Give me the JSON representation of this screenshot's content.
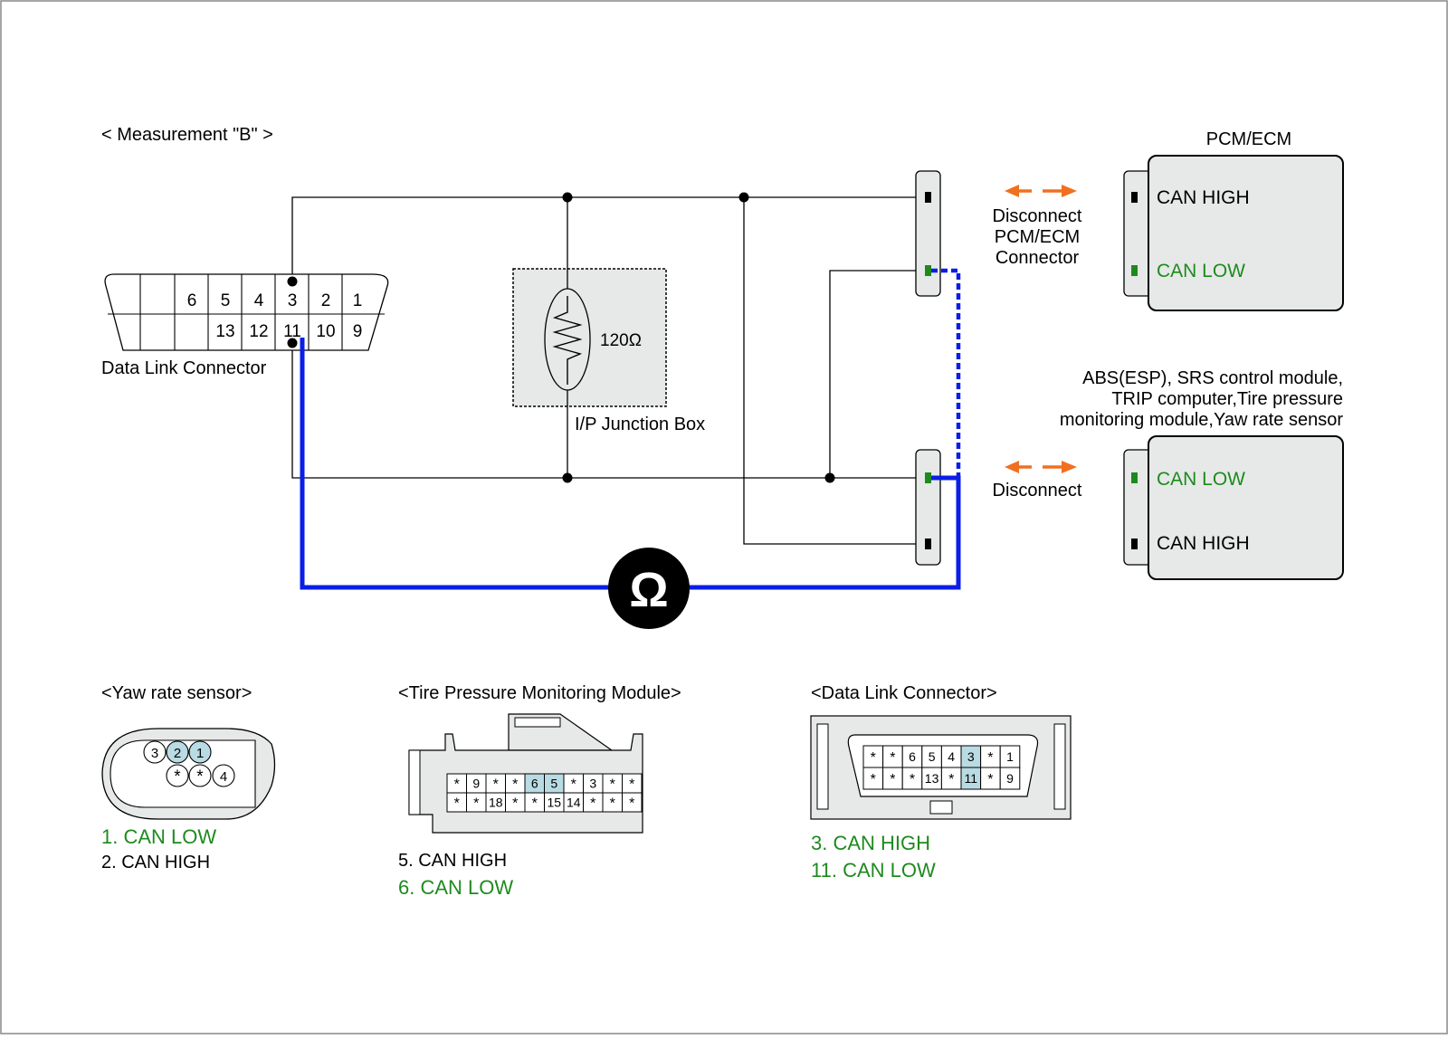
{
  "measurement_title": "< Measurement \"B\" >",
  "dlc": {
    "label": "Data Link Connector",
    "top_pins": [
      "6",
      "5",
      "4",
      "3",
      "2",
      "1"
    ],
    "bottom_pins": [
      "13",
      "12",
      "11",
      "10",
      "9"
    ]
  },
  "junction_box": {
    "label": "I/P Junction Box",
    "resistor": "120Ω"
  },
  "ohmmeter_symbol": "Ω",
  "pcm": {
    "title": "PCM/ECM",
    "pin_top": "CAN HIGH",
    "pin_bottom": "CAN LOW",
    "disconnect": [
      "Disconnect",
      "PCM/ECM",
      "Connector"
    ]
  },
  "modules": {
    "title_lines": [
      "ABS(ESP), SRS control module,",
      "TRIP computer,Tire pressure",
      "monitoring module,Yaw rate sensor"
    ],
    "pin_top": "CAN LOW",
    "pin_bottom": "CAN HIGH",
    "disconnect": "Disconnect"
  },
  "yaw_sensor": {
    "title": "<Yaw rate sensor>",
    "pins_top": [
      "3",
      "2",
      "1"
    ],
    "pins_bottom": [
      "*",
      "*",
      "4"
    ],
    "legend": [
      "1. CAN LOW",
      "2. CAN HIGH"
    ]
  },
  "tpms": {
    "title": "<Tire Pressure Monitoring Module>",
    "row1": [
      "*",
      "9",
      "*",
      "*",
      "6",
      "5",
      "*",
      "3",
      "*",
      "*"
    ],
    "row2": [
      "*",
      "*",
      "18",
      "*",
      "*",
      "15",
      "14",
      "*",
      "*",
      "*"
    ],
    "legend": [
      "5. CAN HIGH",
      "6. CAN LOW"
    ]
  },
  "dlc_face": {
    "title": "<Data Link Connector>",
    "row1": [
      "*",
      "*",
      "6",
      "5",
      "4",
      "3",
      "*",
      "1"
    ],
    "row2": [
      "*",
      "*",
      "*",
      "13",
      "*",
      "11",
      "*",
      "9"
    ],
    "legend": [
      "3. CAN HIGH",
      "11. CAN LOW"
    ]
  },
  "colors": {
    "wire": "#000000",
    "probe": "#0a1ee6",
    "can_low_text": "#1e8a1e",
    "highlight_pin": "#b9dbe3",
    "box_fill": "#e6e9e8",
    "arrow": "#f07020"
  }
}
